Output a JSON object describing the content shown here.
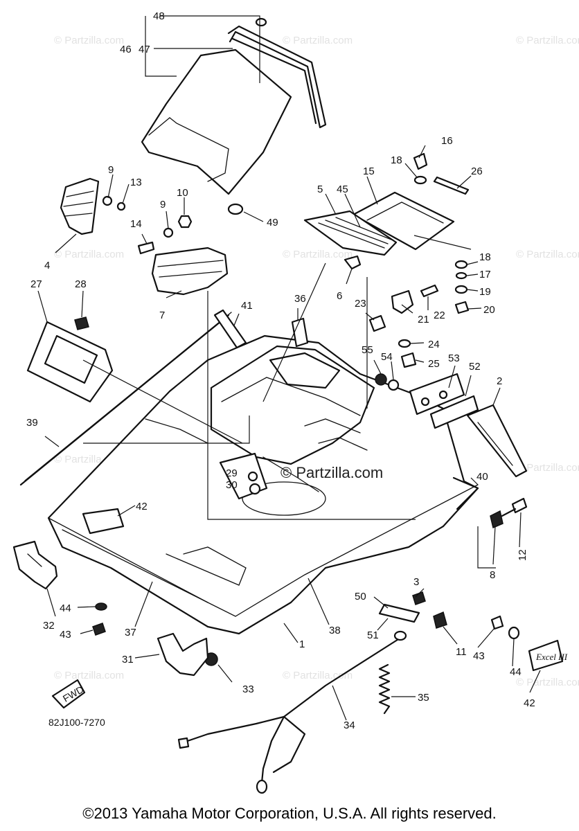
{
  "watermark": "© Partzilla.com",
  "center_watermark": "© Partzilla.com",
  "diagram_code": "82J100-7270",
  "fwd_tag": "FWD",
  "emblem_text": "Excel III",
  "copyright": "©2013 Yamaha Motor Corporation, U.S.A. All rights reserved.",
  "callouts": {
    "c48": "48",
    "c46_47": "46",
    "c47": "47",
    "c16": "16",
    "c18a": "18",
    "c26": "26",
    "c9a": "9",
    "c13": "13",
    "c10": "10",
    "c9b": "9",
    "c15": "15",
    "c5": "5",
    "c45": "45",
    "c49": "49",
    "c14": "14",
    "c4": "4",
    "c18b": "18",
    "c17": "17",
    "c19": "19",
    "c20": "20",
    "c27": "27",
    "c28": "28",
    "c7": "7",
    "c6": "6",
    "c36": "36",
    "c41": "41",
    "c23": "23",
    "c21": "21",
    "c22": "22",
    "c24": "24",
    "c25": "25",
    "c55": "55",
    "c54": "54",
    "c53": "53",
    "c52": "52",
    "c2": "2",
    "c39": "39",
    "c29": "29",
    "c30": "30",
    "c40": "40",
    "c42a": "42",
    "c12": "12",
    "c8": "8",
    "c3": "3",
    "c50": "50",
    "c51": "51",
    "c11": "11",
    "c43a": "43",
    "c44a": "44",
    "c42b": "42",
    "c32": "32",
    "c44b": "44",
    "c43b": "43",
    "c37": "37",
    "c38": "38",
    "c1": "1",
    "c31": "31",
    "c33": "33",
    "c35": "35",
    "c34": "34"
  }
}
